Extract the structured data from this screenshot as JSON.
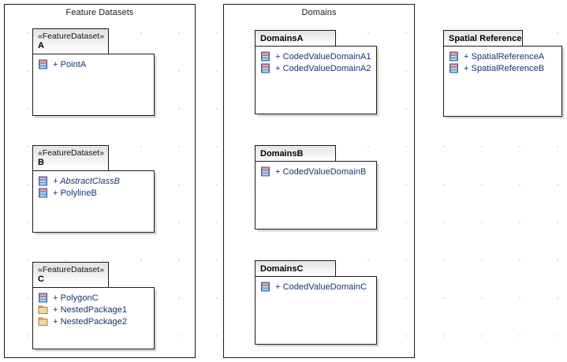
{
  "diagram": {
    "background_color": "#ffffff",
    "line_color": "#1c1c1c",
    "member_text_color": "#14346e",
    "class_icon_name": "uml-class-icon",
    "package_icon_name": "uml-package-folder-icon"
  },
  "frames": [
    {
      "title": "Feature Datasets"
    },
    {
      "title": "Domains"
    }
  ],
  "packages": [
    {
      "id": "feature-dataset-a",
      "stereotype": "«FeatureDataset»",
      "name": "A",
      "members": [
        {
          "visibility": "+",
          "label": "+ PointA",
          "icon": "class",
          "italic": false
        }
      ]
    },
    {
      "id": "feature-dataset-b",
      "stereotype": "«FeatureDataset»",
      "name": "B",
      "members": [
        {
          "visibility": "+",
          "label": "+ AbstractClassB",
          "icon": "class",
          "italic": true
        },
        {
          "visibility": "+",
          "label": "+ PolylineB",
          "icon": "class",
          "italic": false
        }
      ]
    },
    {
      "id": "feature-dataset-c",
      "stereotype": "«FeatureDataset»",
      "name": "C",
      "members": [
        {
          "visibility": "+",
          "label": "+ PolygonC",
          "icon": "class",
          "italic": false
        },
        {
          "visibility": "+",
          "label": "+ NestedPackage1",
          "icon": "package",
          "italic": false
        },
        {
          "visibility": "+",
          "label": "+ NestedPackage2",
          "icon": "package",
          "italic": false
        }
      ]
    },
    {
      "id": "domains-a",
      "stereotype": "",
      "name": "DomainsA",
      "members": [
        {
          "visibility": "+",
          "label": "+ CodedValueDomainA1",
          "icon": "class",
          "italic": false
        },
        {
          "visibility": "+",
          "label": "+ CodedValueDomainA2",
          "icon": "class",
          "italic": false
        }
      ]
    },
    {
      "id": "domains-b",
      "stereotype": "",
      "name": "DomainsB",
      "members": [
        {
          "visibility": "+",
          "label": "+ CodedValueDomainB",
          "icon": "class",
          "italic": false
        }
      ]
    },
    {
      "id": "domains-c",
      "stereotype": "",
      "name": "DomainsC",
      "members": [
        {
          "visibility": "+",
          "label": "+ CodedValueDomainC",
          "icon": "class",
          "italic": false
        }
      ]
    },
    {
      "id": "spatial-references",
      "stereotype": "",
      "name": "Spatial References",
      "members": [
        {
          "visibility": "+",
          "label": "+ SpatialReferenceA",
          "icon": "class",
          "italic": false
        },
        {
          "visibility": "+",
          "label": "+ SpatialReferenceB",
          "icon": "class",
          "italic": false
        }
      ]
    }
  ]
}
